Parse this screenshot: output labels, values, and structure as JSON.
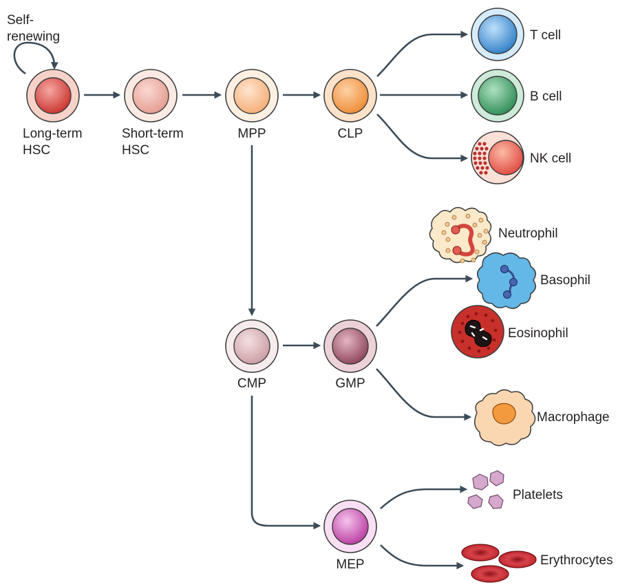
{
  "diagram": {
    "self_renewing": [
      "Self-",
      "renewing"
    ],
    "stem_cells": {
      "lt_hsc": [
        "Long-term",
        "HSC"
      ],
      "st_hsc": [
        "Short-term",
        "HSC"
      ],
      "mpp": "MPP"
    },
    "progenitors": {
      "clp": "CLP",
      "cmp": "CMP",
      "gmp": "GMP",
      "mep": "MEP"
    },
    "mature_cells": {
      "t_cell": "T cell",
      "b_cell": "B cell",
      "nk_cell": "NK cell",
      "neutrophil": "Neutrophil",
      "basophil": "Basophil",
      "eosinophil": "Eosinophil",
      "macrophage": "Macrophage",
      "platelets": "Platelets",
      "erythrocytes": "Erythrocytes"
    },
    "colors": {
      "arrow": "#3b4b57",
      "lt_hsc": "#d9534f",
      "st_hsc": "#eab0a6",
      "mpp": "#f7b98a",
      "clp": "#f59a4e",
      "t_cell": "#4f95d3",
      "b_cell": "#3f9e68",
      "nk_cell": "#e8564d",
      "cmp": "#d7b0b4",
      "gmp": "#a35d72",
      "mep": "#c455b0",
      "basophil": "#5fb4e4",
      "eosinophil": "#c8302c",
      "macrophage": "#f4a760",
      "platelet": "#cf9fc4",
      "erythrocyte": "#c7262c"
    }
  }
}
